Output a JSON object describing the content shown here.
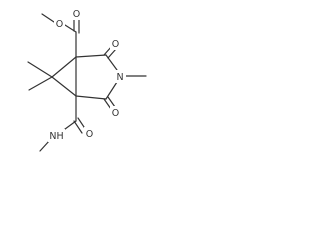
{
  "structure": {
    "atom_labels": {
      "ester_carbonyl_o": "O",
      "ester_o": "O",
      "imide_o_top": "O",
      "imide_n": "N",
      "imide_o_bottom": "O",
      "amide_o": "O",
      "amide_nh": "NH"
    },
    "colors": {
      "bond": "#333333",
      "label": "#333333",
      "background": "#ffffff"
    }
  }
}
